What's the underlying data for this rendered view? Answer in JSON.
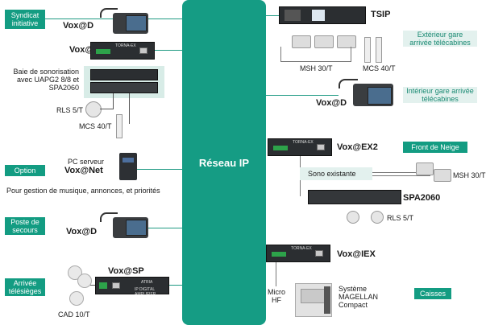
{
  "backbone": {
    "label": "Réseau IP"
  },
  "tags": {
    "syndicat": "Syndicat initiative",
    "option": "Option",
    "poste_secours": "Poste de secours",
    "arrivee_telesieges": "Arrivée télésièges",
    "exterieur_gare": "Extérieur gare arrivée télécabines",
    "interieur_gare": "Intérieur gare arrivée télécabines",
    "front_neige": "Front de Neige",
    "caisses": "Caisses"
  },
  "devices": {
    "vox_d_1": "Vox@D",
    "vox_iex_1": "Vox@IEX",
    "baie_text": "Baie de sonorisation avec UAPG2 8/8 et SPA2060",
    "rls_1": "RLS 5/T",
    "mcs_1": "MCS 40/T",
    "pc_serveur": "PC serveur",
    "vox_net": "Vox@Net",
    "pc_desc": "Pour gestion de musique, annonces, et priorités",
    "vox_d_2": "Vox@D",
    "vox_sp": "Vox@SP",
    "cad": "CAD 10/T",
    "tsip": "TSIP",
    "msh_1": "MSH 30/T",
    "mcs_2": "MCS 40/T",
    "vox_d_3": "Vox@D",
    "vox_ex2": "Vox@EX2",
    "sono_existante": "Sono existante",
    "msh_2": "MSH 30/T",
    "spa2060": "SPA2060",
    "rls_2": "RLS 5/T",
    "vox_iex_2": "Vox@IEX",
    "micro_hf": "Micro HF",
    "magellan": "Système MAGELLAN Compact"
  },
  "device_small_text": {
    "torna_ex": "TORNA-EX",
    "vox_sp_sub": "IP DIGITAL AMPLIFIER",
    "atria": "ATRIA"
  }
}
